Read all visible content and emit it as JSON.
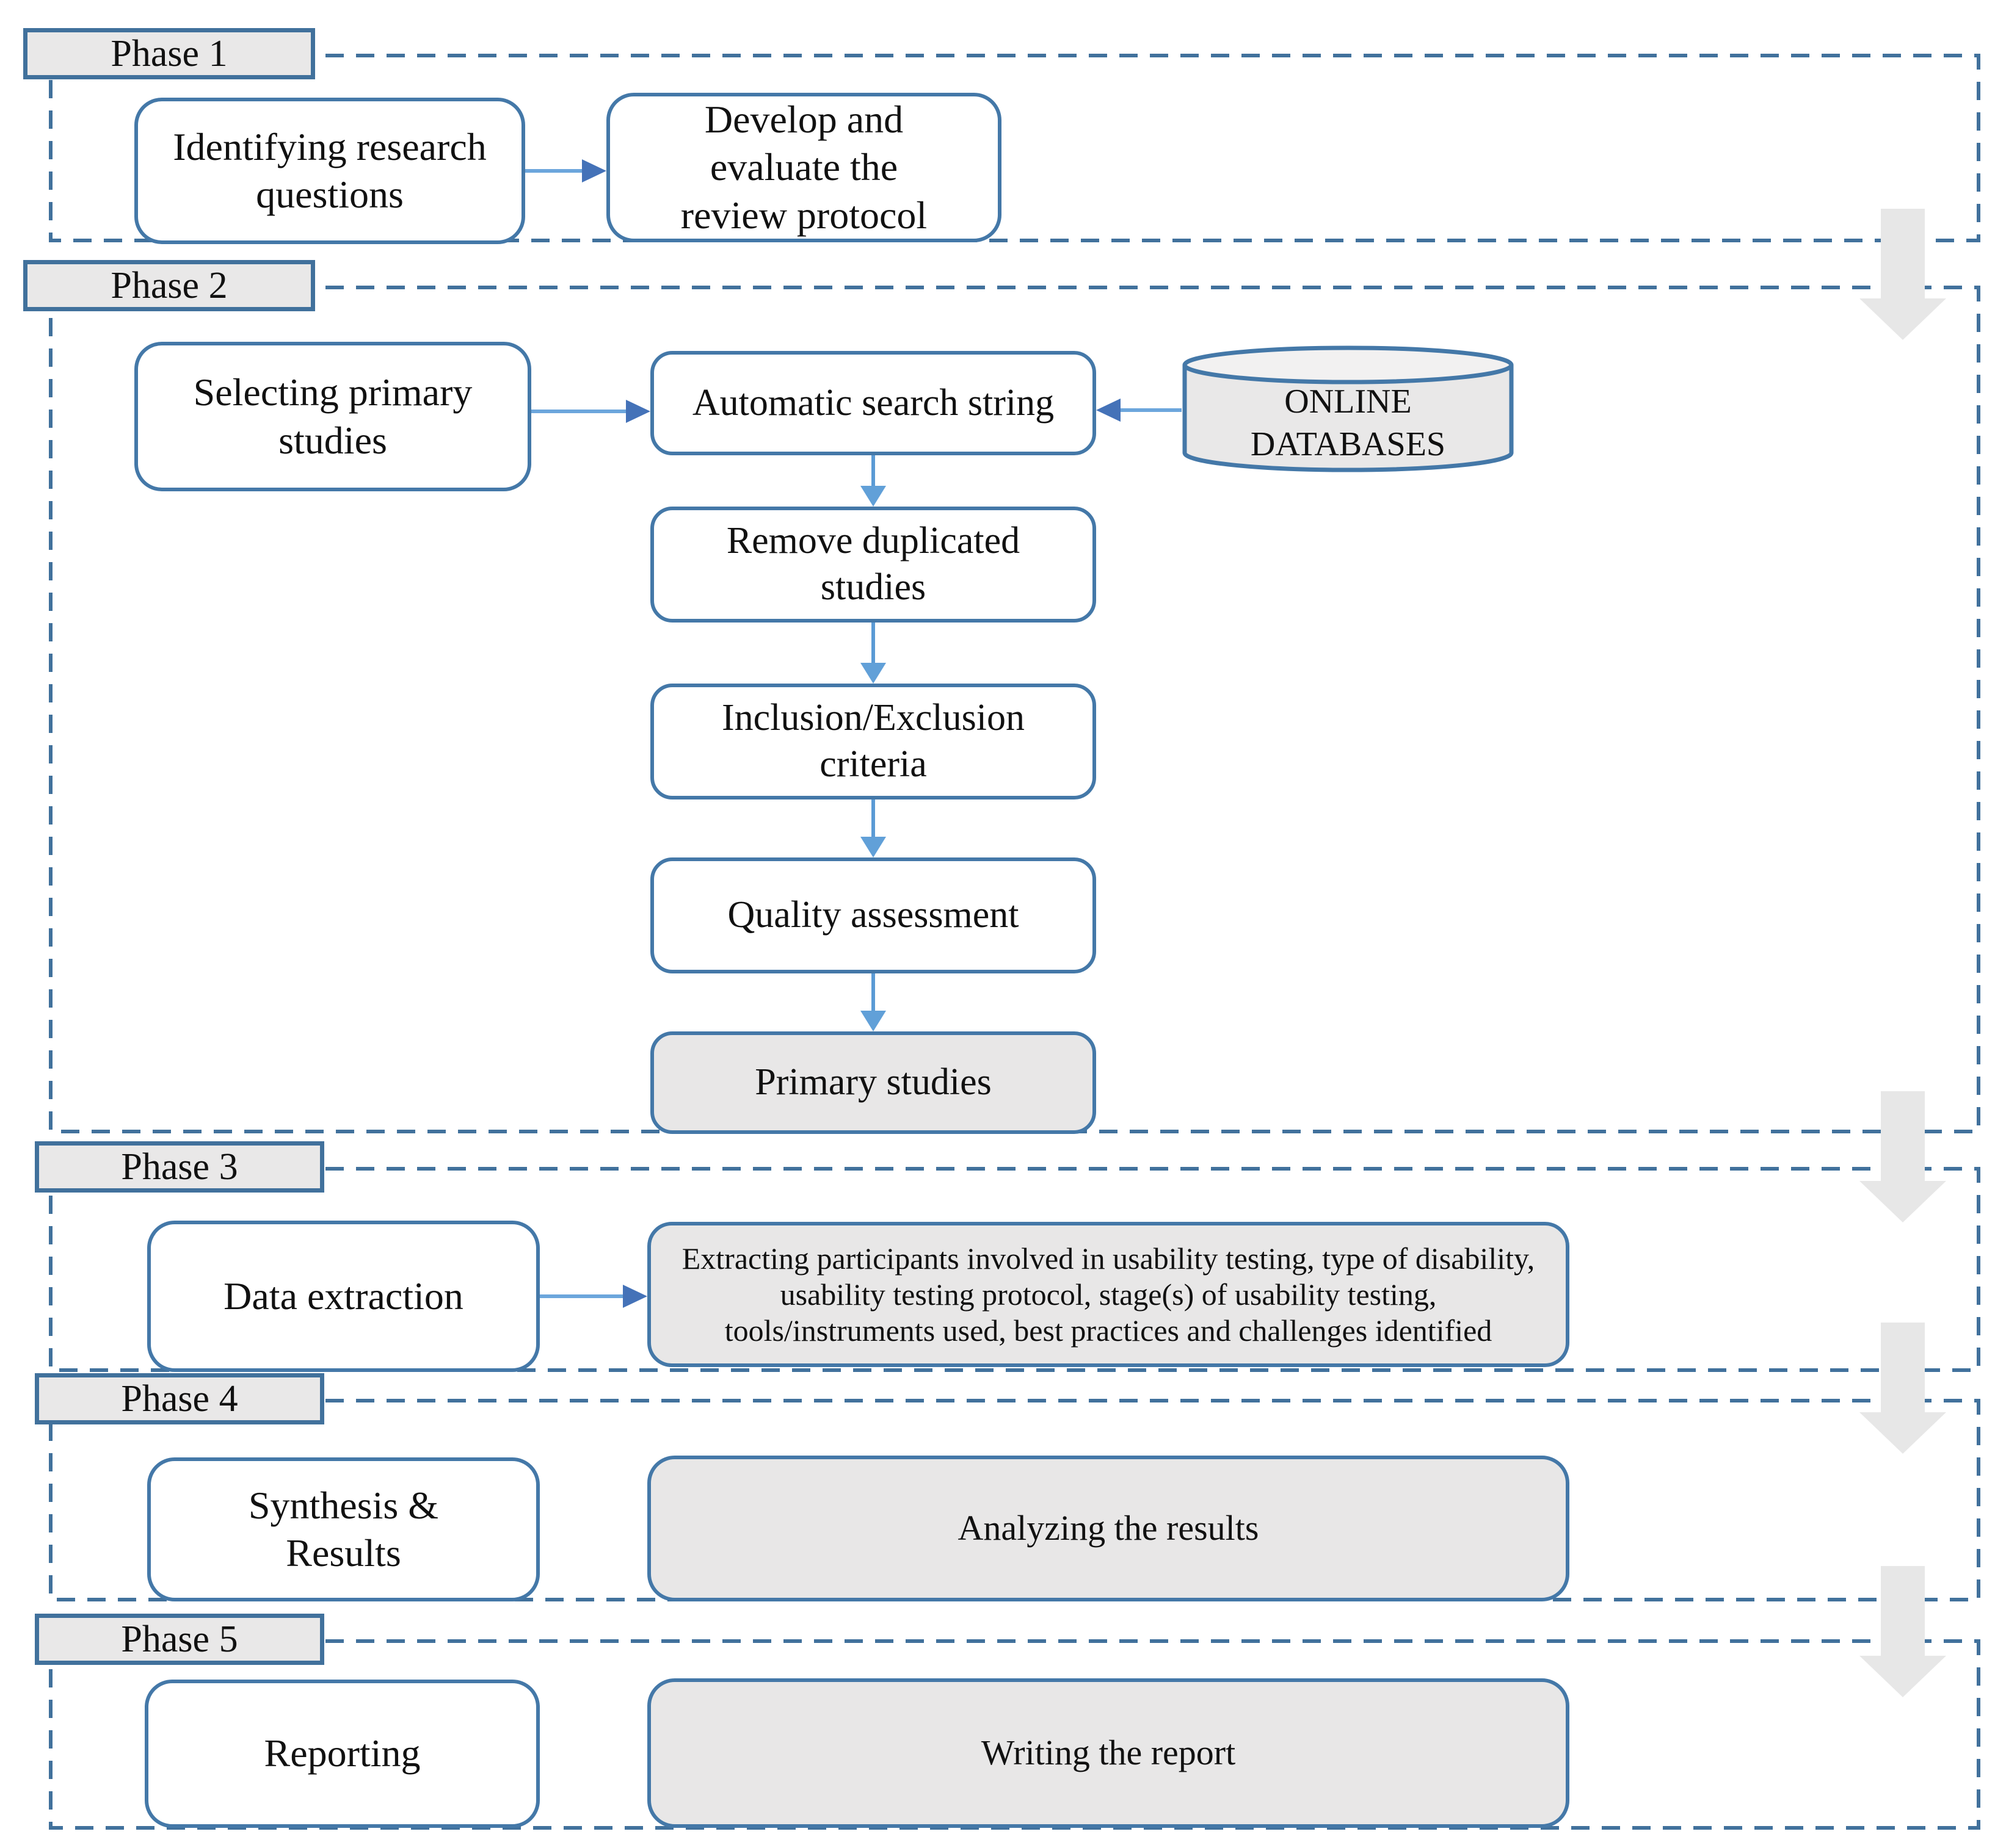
{
  "colors": {
    "dashed_border": "#41719C",
    "box_border": "#4478A8",
    "arrow_line_light": "#5B9BD5",
    "arrow_head_dark": "#4472B8",
    "gray_fill": "#E8E7E7",
    "big_arrow_gray": "#E7E7E7",
    "text": "#111111"
  },
  "phases": [
    {
      "label": "Phase 1",
      "identify": "Identifying research questions",
      "develop": "Develop and evaluate the review protocol"
    },
    {
      "label": "Phase 2",
      "selecting": "Selecting primary studies",
      "search": "Automatic search string",
      "database": "ONLINE DATABASES",
      "chain": [
        "Remove duplicated studies",
        "Inclusion/Exclusion criteria",
        "Quality assessment",
        "Primary studies"
      ]
    },
    {
      "label": "Phase 3",
      "left": "Data extraction",
      "right": "Extracting participants involved in usability testing, type of disability, usability testing protocol, stage(s) of usability testing, tools/instruments used, best practices and challenges identified"
    },
    {
      "label": "Phase 4",
      "left": "Synthesis & Results",
      "right": "Analyzing the results"
    },
    {
      "label": "Phase 5",
      "left": "Reporting",
      "right": "Writing the report"
    }
  ]
}
